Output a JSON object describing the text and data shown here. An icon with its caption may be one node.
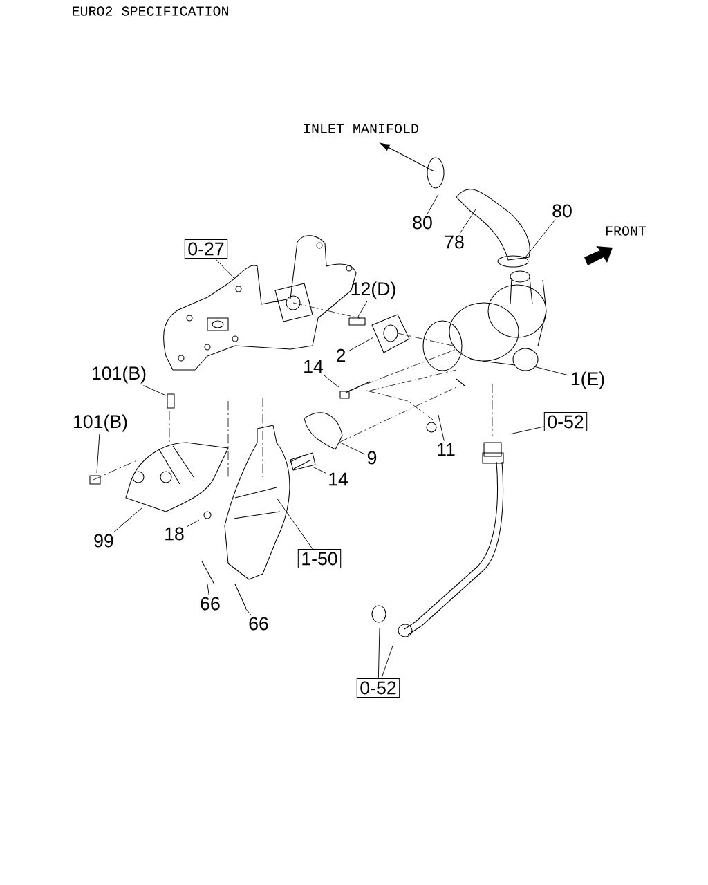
{
  "diagram": {
    "title": "EURO2 SPECIFICATION",
    "nodes": [
      {
        "text": [
          "0-27"
        ]
      },
      {
        "text": [
          "80"
        ]
      },
      {
        "text": [
          "78"
        ]
      },
      {
        "text": [
          "80"
        ]
      },
      {
        "text": [
          "12(D)"
        ]
      },
      {
        "text": [
          "2"
        ]
      },
      {
        "text": [
          "14"
        ]
      },
      {
        "text": [
          "1(E)"
        ]
      },
      {
        "text": [
          "101(B)"
        ]
      },
      {
        "text": [
          "0-52"
        ]
      },
      {
        "text": [
          "101(B)"
        ]
      },
      {
        "text": [
          "11"
        ]
      },
      {
        "text": [
          "9"
        ]
      },
      {
        "text": [
          "14"
        ]
      },
      {
        "text": [
          "99"
        ]
      },
      {
        "text": [
          "18"
        ]
      },
      {
        "text": [
          "1-50"
        ]
      },
      {
        "text": [
          "66"
        ]
      },
      {
        "text": [
          "66"
        ]
      },
      {
        "text": [
          "0-52"
        ]
      }
    ],
    "edges": [
      {
        "from": 0,
        "to": null,
        "arrow": "none"
      },
      {
        "from": 1,
        "to": null,
        "arrow": "none"
      },
      {
        "from": 2,
        "to": null,
        "arrow": "none"
      },
      {
        "from": 3,
        "to": null,
        "arrow": "none"
      },
      {
        "from": 4,
        "to": null,
        "arrow": "none"
      },
      {
        "from": 5,
        "to": null,
        "arrow": "none"
      },
      {
        "from": 6,
        "to": null,
        "arrow": "none"
      },
      {
        "from": 7,
        "to": null,
        "arrow": "none"
      },
      {
        "from": 8,
        "to": null,
        "arrow": "none"
      },
      {
        "from": 9,
        "to": null,
        "arrow": "none"
      },
      {
        "from": 10,
        "to": null,
        "arrow": "none"
      },
      {
        "from": 11,
        "to": null,
        "arrow": "none"
      },
      {
        "from": 12,
        "to": null,
        "arrow": "none"
      },
      {
        "from": 13,
        "to": null,
        "arrow": "none"
      },
      {
        "from": 14,
        "to": null,
        "arrow": "none"
      },
      {
        "from": 15,
        "to": null,
        "arrow": "none"
      },
      {
        "from": 16,
        "to": null,
        "arrow": "none"
      },
      {
        "from": 17,
        "to": null,
        "arrow": "none"
      },
      {
        "from": 18,
        "to": null,
        "arrow": "none"
      },
      {
        "from": 19,
        "to": null,
        "arrow": "none"
      },
      {
        "from": 19,
        "to": null,
        "arrow": "none"
      }
    ],
    "labels": [
      "INLET MANIFOLD",
      "FRONT"
    ]
  }
}
